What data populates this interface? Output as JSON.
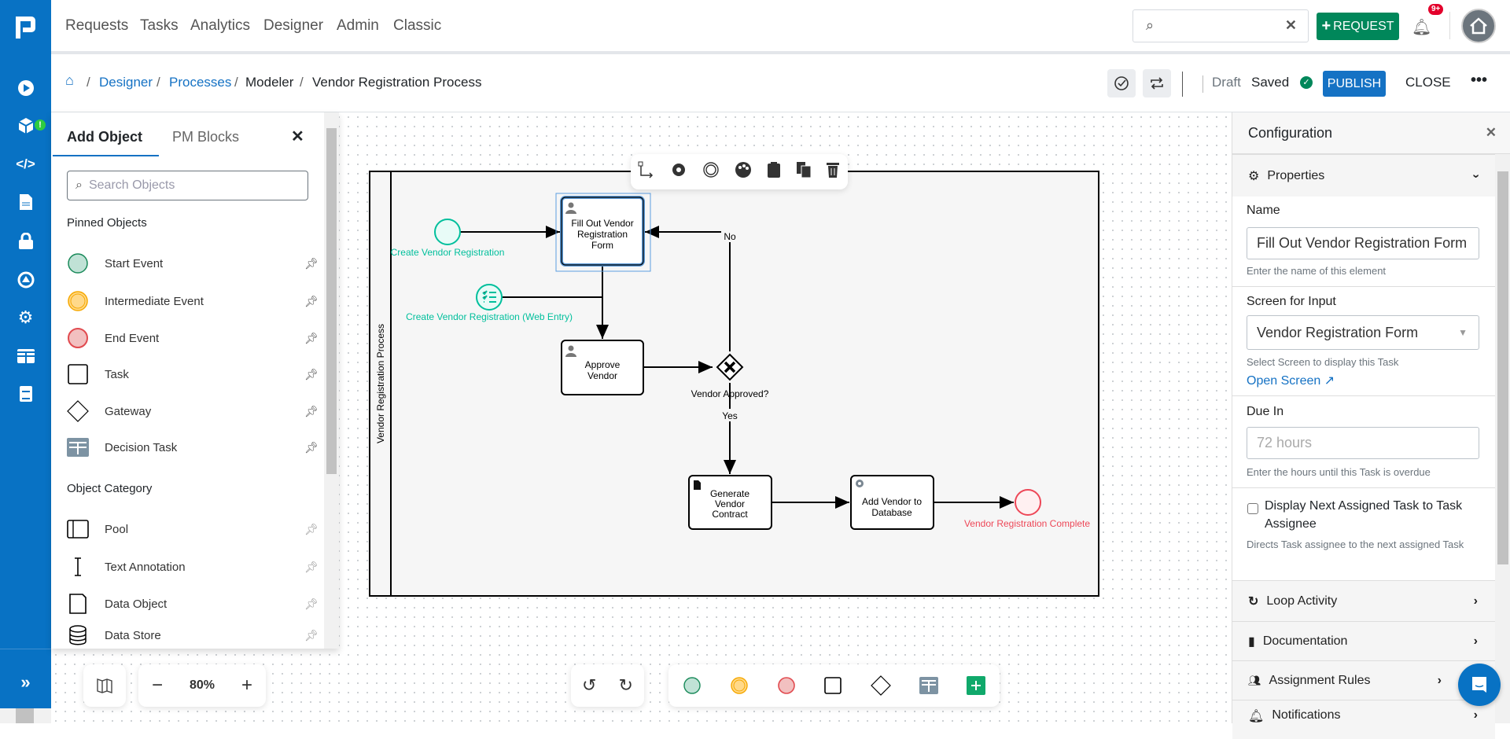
{
  "nav": {
    "items": [
      "Requests",
      "Tasks",
      "Analytics",
      "Designer",
      "Admin",
      "Classic"
    ],
    "search_value": "",
    "request_label": "REQUEST",
    "notif_badge": "9+"
  },
  "breadcrumb": {
    "items": [
      "Designer",
      "Processes",
      "Modeler",
      "Vendor Registration Process"
    ]
  },
  "header": {
    "status": "Draft",
    "saved": "Saved",
    "publish": "PUBLISH",
    "close": "CLOSE"
  },
  "left_panel": {
    "tabs": [
      "Add Object",
      "PM Blocks"
    ],
    "search_placeholder": "Search Objects",
    "pinned_title": "Pinned Objects",
    "pinned": [
      "Start Event",
      "Intermediate Event",
      "End Event",
      "Task",
      "Gateway",
      "Decision Task"
    ],
    "category_title": "Object Category",
    "category": [
      "Pool",
      "Text Annotation",
      "Data Object",
      "Data Store"
    ]
  },
  "diagram": {
    "pool": "Vendor Registration Process",
    "start": "Create Vendor Registration",
    "web_entry": "Create Vendor Registration (Web Entry)",
    "task1": [
      "Fill Out Vendor",
      "Registration",
      "Form"
    ],
    "task2": [
      "Approve",
      "Vendor"
    ],
    "gateway": "Vendor Approved?",
    "no": "No",
    "yes": "Yes",
    "task3": [
      "Generate",
      "Vendor",
      "Contract"
    ],
    "task4": [
      "Add Vendor to",
      "Database"
    ],
    "end": "Vendor Registration Complete"
  },
  "zoom": {
    "level": "80%"
  },
  "config": {
    "title": "Configuration",
    "properties": "Properties",
    "name_label": "Name",
    "name_value": "Fill Out Vendor Registration Form",
    "name_help": "Enter the name of this element",
    "screen_label": "Screen for Input",
    "screen_value": "Vendor Registration Form",
    "screen_help": "Select Screen to display this Task",
    "open_screen": "Open Screen",
    "due_label": "Due In",
    "due_placeholder": "72 hours",
    "due_help": "Enter the hours until this Task is overdue",
    "checkbox_label": "Display Next Assigned Task to Task Assignee",
    "checkbox_help": "Directs Task assignee to the next assigned Task",
    "sections": [
      "Loop Activity",
      "Documentation",
      "Assignment Rules",
      "Notifications"
    ]
  },
  "colors": {
    "brand": "#0872c4",
    "green": "#00875a",
    "start": "#00bf9c",
    "end": "#ed4757"
  }
}
